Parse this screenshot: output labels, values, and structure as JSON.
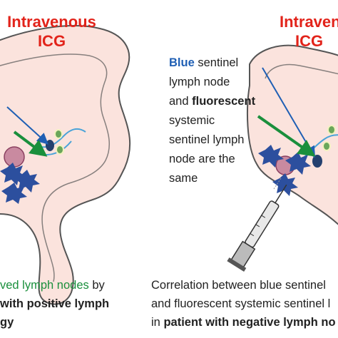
{
  "left_panel": {
    "title_line1": "Intravenous",
    "title_line2": "ICG",
    "caption_line1_pre": "ved lymph nodes",
    "caption_line1_post": " by",
    "caption_line2": "with positive lymph",
    "caption_line3": "gy"
  },
  "right_panel": {
    "title_line1": "Intraven",
    "title_line2": "ICG",
    "text_blue_word": "Blue",
    "text_line1_rest": " sentinel",
    "text_line2": "lymph node",
    "text_line3_pre": "and ",
    "text_line3_bold": "fluorescent",
    "text_line4": "systemic",
    "text_line5": "sentinel lymph",
    "text_line6": "node are the",
    "text_line7": "same",
    "caption_line1": "Correlation between blue sentinel",
    "caption_line2": "and fluorescent systemic sentinel l",
    "caption_line3_pre": "in ",
    "caption_line3_bold": "patient with negative lymph no"
  },
  "colors": {
    "title_red": "#e2231a",
    "blue_accent": "#1f5fb4",
    "green_accent": "#1a8f3c",
    "colon_outline": "#555555",
    "colon_fill": "#fbe3dd",
    "tumor_blue": "#2c4f9e"
  }
}
